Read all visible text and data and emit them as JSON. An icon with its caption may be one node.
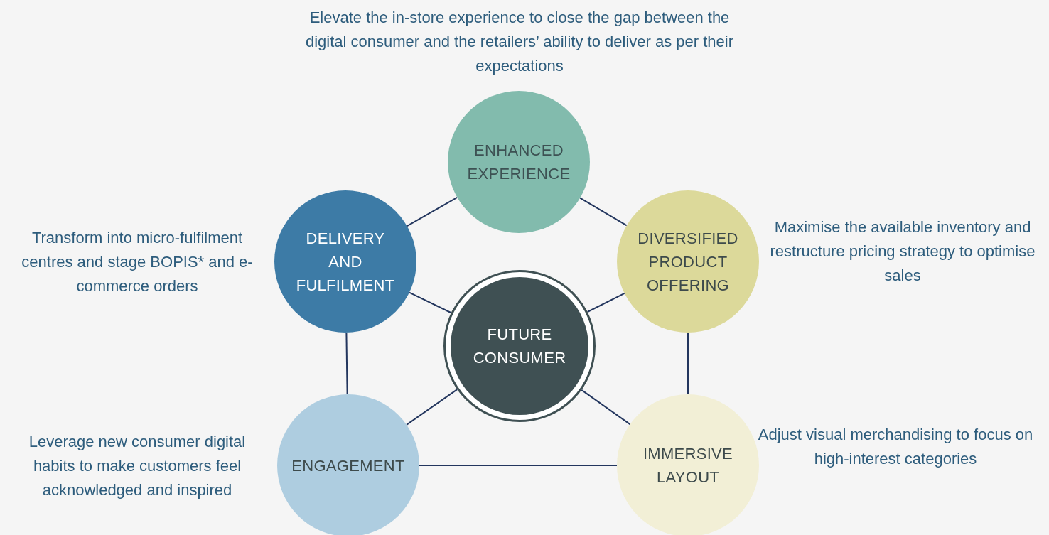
{
  "diagram": {
    "nodes": [
      {
        "text": [
          "ENHANCED EXPERIENCE"
        ],
        "beside": [
          "Elevate the in-store experience to close the gap between the digital consumer and the retailers’ ability to deliver as per their expectations"
        ]
      },
      {
        "text": [
          "DELIVERY AND FULFILMENT"
        ],
        "beside": [
          "Transform into micro-fulfilment centres and stage BOPIS* and e-commerce orders"
        ]
      },
      {
        "text": [
          "DIVERSIFIED PRODUCT OFFERING"
        ],
        "beside": [
          "Maximise the available inventory and restructure pricing strategy to optimise sales"
        ]
      },
      {
        "text": [
          "FUTURE CONSUMER"
        ]
      },
      {
        "text": [
          "ENGAGEMENT"
        ],
        "beside": [
          "Leverage new consumer digital habits to make customers feel acknowledged and inspired"
        ]
      },
      {
        "text": [
          "IMMERSIVE LAYOUT"
        ],
        "beside": [
          "Adjust visual merchandising to focus on high-interest categories"
        ]
      }
    ],
    "edges": [
      {
        "from": 1,
        "to": 0,
        "arrow": "none"
      },
      {
        "from": 0,
        "to": 2,
        "arrow": "none"
      },
      {
        "from": 1,
        "to": 3,
        "arrow": "none"
      },
      {
        "from": 3,
        "to": 2,
        "arrow": "none"
      },
      {
        "from": 1,
        "to": 4,
        "arrow": "none"
      },
      {
        "from": 2,
        "to": 5,
        "arrow": "none"
      },
      {
        "from": 4,
        "to": 3,
        "arrow": "none"
      },
      {
        "from": 3,
        "to": 5,
        "arrow": "none"
      },
      {
        "from": 4,
        "to": 5,
        "arrow": "none"
      }
    ]
  }
}
